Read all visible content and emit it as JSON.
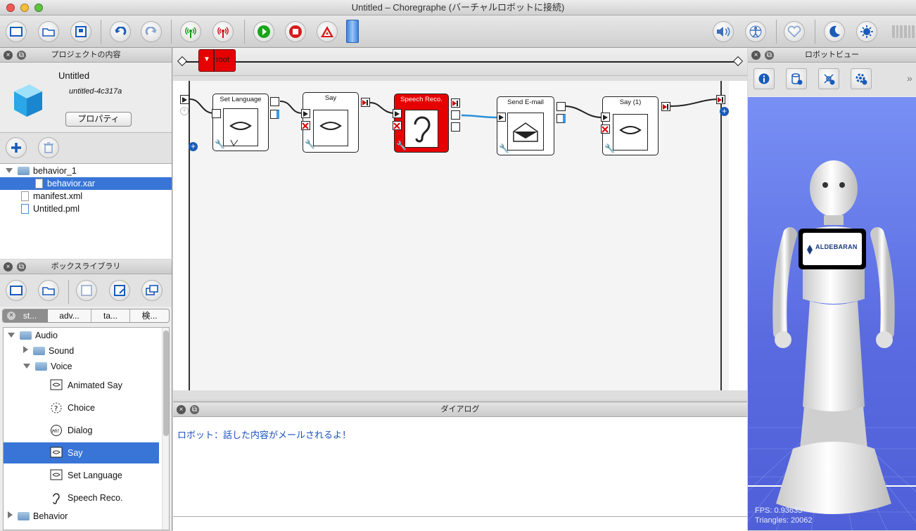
{
  "window": {
    "title": "Untitled – Choregraphe (バーチャルロボットに接続)"
  },
  "project_panel": {
    "title": "プロジェクトの内容",
    "project_name": "Untitled",
    "project_id": "untitled-4c317a",
    "properties_button": "プロパティ",
    "tree": [
      "behavior_1",
      "behavior.xar",
      "manifest.xml",
      "Untitled.pml"
    ]
  },
  "library_panel": {
    "title": "ボックスライブラリ",
    "tabs": [
      "st...",
      "adv...",
      "ta...",
      "検..."
    ],
    "tree": {
      "audio": "Audio",
      "sound": "Sound",
      "voice": "Voice",
      "behavior": "Behavior"
    },
    "boxes": [
      "Animated Say",
      "Choice",
      "Dialog",
      "Say",
      "Set Language",
      "Speech Reco."
    ]
  },
  "flow": {
    "breadcrumb": "root",
    "boxes": {
      "set_language": "Set Language",
      "say": "Say",
      "speech": "Speech Reco.",
      "email": "Send E-mail",
      "say1": "Say (1)"
    }
  },
  "dialog_panel": {
    "title": "ダイアログ",
    "message": "ロボット：話した内容がメールされるよ！"
  },
  "robot_panel": {
    "title": "ロボットビュー",
    "brand": "ALDEBARAN",
    "fps": "FPS: 0.93633",
    "triangles": "Triangles: 20062"
  },
  "colors": {
    "accent": "#3875d7",
    "speech_box": "#e60000",
    "sky": "#5a6be0"
  }
}
